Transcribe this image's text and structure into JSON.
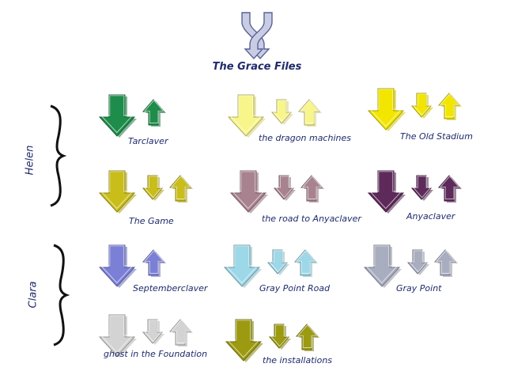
{
  "title": "The Grace Files",
  "logo_icon": "crossed-arrows-icon",
  "groups": [
    {
      "name": "Helen"
    },
    {
      "name": "Clara"
    }
  ],
  "items": [
    {
      "label": "Tarclaver",
      "color": "#1e8c4a",
      "arrows": [
        "big-down",
        "up"
      ]
    },
    {
      "label": "the dragon machines",
      "color": "#f8f58a",
      "arrows": [
        "big-down",
        "down",
        "up"
      ]
    },
    {
      "label": "The Old Stadium",
      "color": "#f2e600",
      "arrows": [
        "big-down",
        "down",
        "up"
      ]
    },
    {
      "label": "The Game",
      "color": "#c9bd1a",
      "arrows": [
        "big-down",
        "down",
        "up"
      ]
    },
    {
      "label": "the road to Anyaclaver",
      "color": "#a98290",
      "arrows": [
        "big-down",
        "down",
        "up"
      ]
    },
    {
      "label": "Anyaclaver",
      "color": "#5e2a5a",
      "arrows": [
        "big-down",
        "down",
        "up"
      ]
    },
    {
      "label": "Septemberclaver",
      "color": "#7b80d6",
      "arrows": [
        "big-down",
        "up"
      ]
    },
    {
      "label": "Gray Point Road",
      "color": "#9dd8e8",
      "arrows": [
        "big-down",
        "down",
        "up"
      ]
    },
    {
      "label": "Gray Point",
      "color": "#a9adc0",
      "arrows": [
        "big-down",
        "down",
        "up"
      ]
    },
    {
      "label": "ghost in the Foundation",
      "color": "#d3d3d3",
      "arrows": [
        "big-down",
        "down",
        "up"
      ]
    },
    {
      "label": "the installations",
      "color": "#9c9a10",
      "arrows": [
        "big-down",
        "down",
        "up"
      ]
    }
  ]
}
